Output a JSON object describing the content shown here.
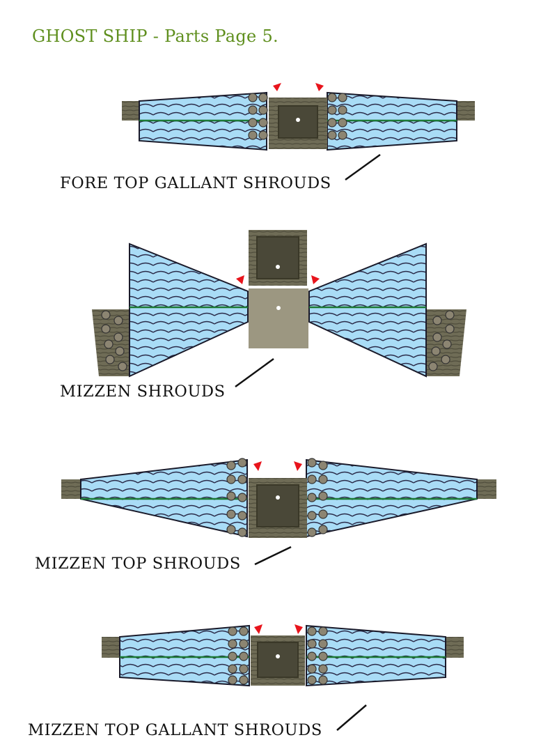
{
  "page": {
    "title": "GHOST SHIP - Parts Page 5."
  },
  "parts": [
    {
      "label": "FORE TOP GALLANT SHROUDS"
    },
    {
      "label": "MIZZEN SHROUDS"
    },
    {
      "label": "MIZZEN TOP SHROUDS"
    },
    {
      "label": "MIZZEN TOP GALLANT SHROUDS"
    }
  ],
  "colors": {
    "title": "#5f8f1e",
    "wood": "#6e6b55",
    "mast_block": "#9c9781",
    "shroud_fill": "#a9dcf6",
    "shroud_line": "#2a2a48",
    "deadeye": "#8c8572",
    "fold_marker": "#e8141c",
    "spine_line": "#1c7a36"
  }
}
